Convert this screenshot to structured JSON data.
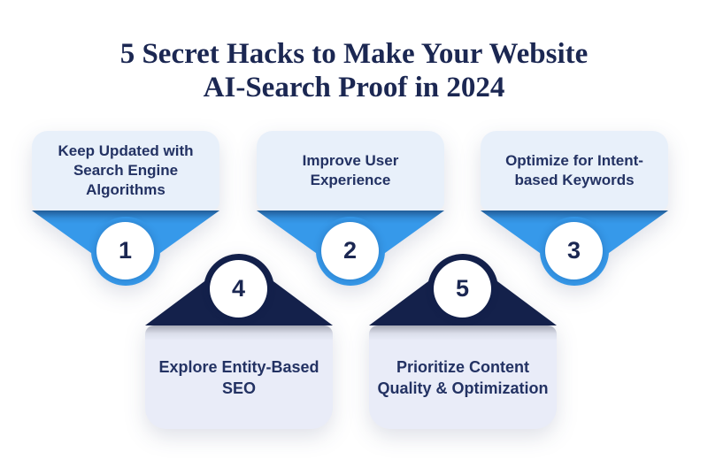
{
  "title": "5 Secret Hacks to Make Your Website\nAI-Search Proof in 2024",
  "colors": {
    "accent-blue": "#3699EA",
    "dark-navy": "#14214B",
    "title-navy": "#1B2752",
    "text-navy": "#233263",
    "card-top-bg": "#E8F0FA",
    "card-bottom-bg": "#E9ECF8",
    "badge-bg": "#FFFFFF"
  },
  "hacks": [
    {
      "number": "1",
      "label": "Keep Updated with\nSearch Engine\nAlgorithms"
    },
    {
      "number": "2",
      "label": "Improve User\nExperience"
    },
    {
      "number": "3",
      "label": "Optimize for Intent-\nbased Keywords"
    },
    {
      "number": "4",
      "label": "Explore Entity-Based\nSEO"
    },
    {
      "number": "5",
      "label": "Prioritize Content\nQuality & Optimization"
    }
  ]
}
